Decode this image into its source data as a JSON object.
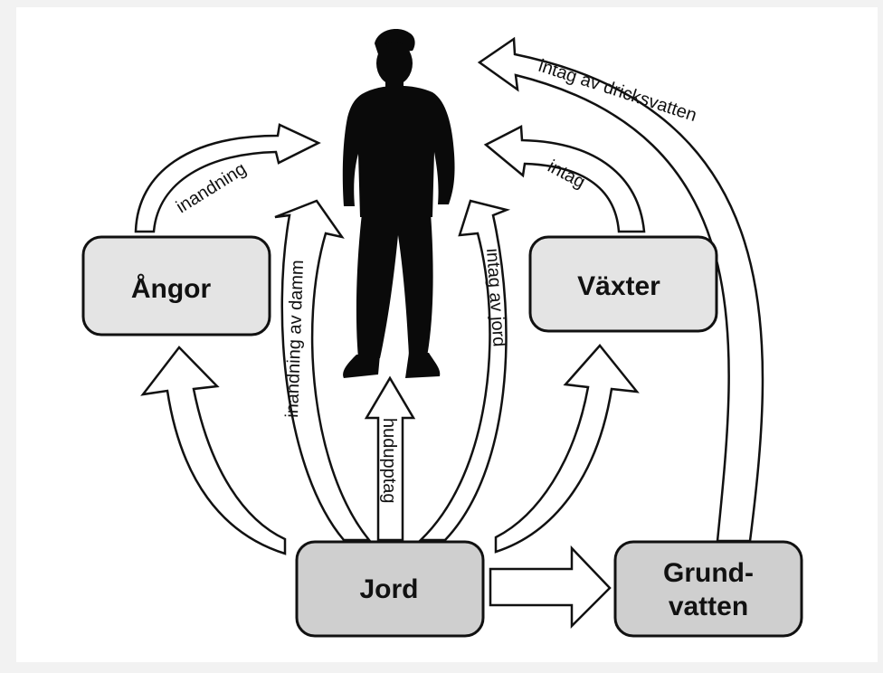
{
  "colors": {
    "page_background": "#f2f2f2",
    "panel_background": "#ffffff",
    "box_light": "#e4e4e4",
    "box_mid": "#cfcfcf",
    "outline": "#111111",
    "silhouette": "#0a0a0a"
  },
  "person": {
    "icon": "person-silhouette-icon"
  },
  "boxes": {
    "angor": "Ångor",
    "vaxter": "Växter",
    "jord": "Jord",
    "grundvatten_line1": "Grund-",
    "grundvatten_line2": "vatten"
  },
  "arrows": {
    "inandning": "inandning",
    "intag": "intag",
    "intag_dricksvatten": "intag av dricksvatten",
    "inandning_damm": "inandning av damm",
    "intag_jord": "intag av jord",
    "hudupptag": "hudupptag"
  }
}
